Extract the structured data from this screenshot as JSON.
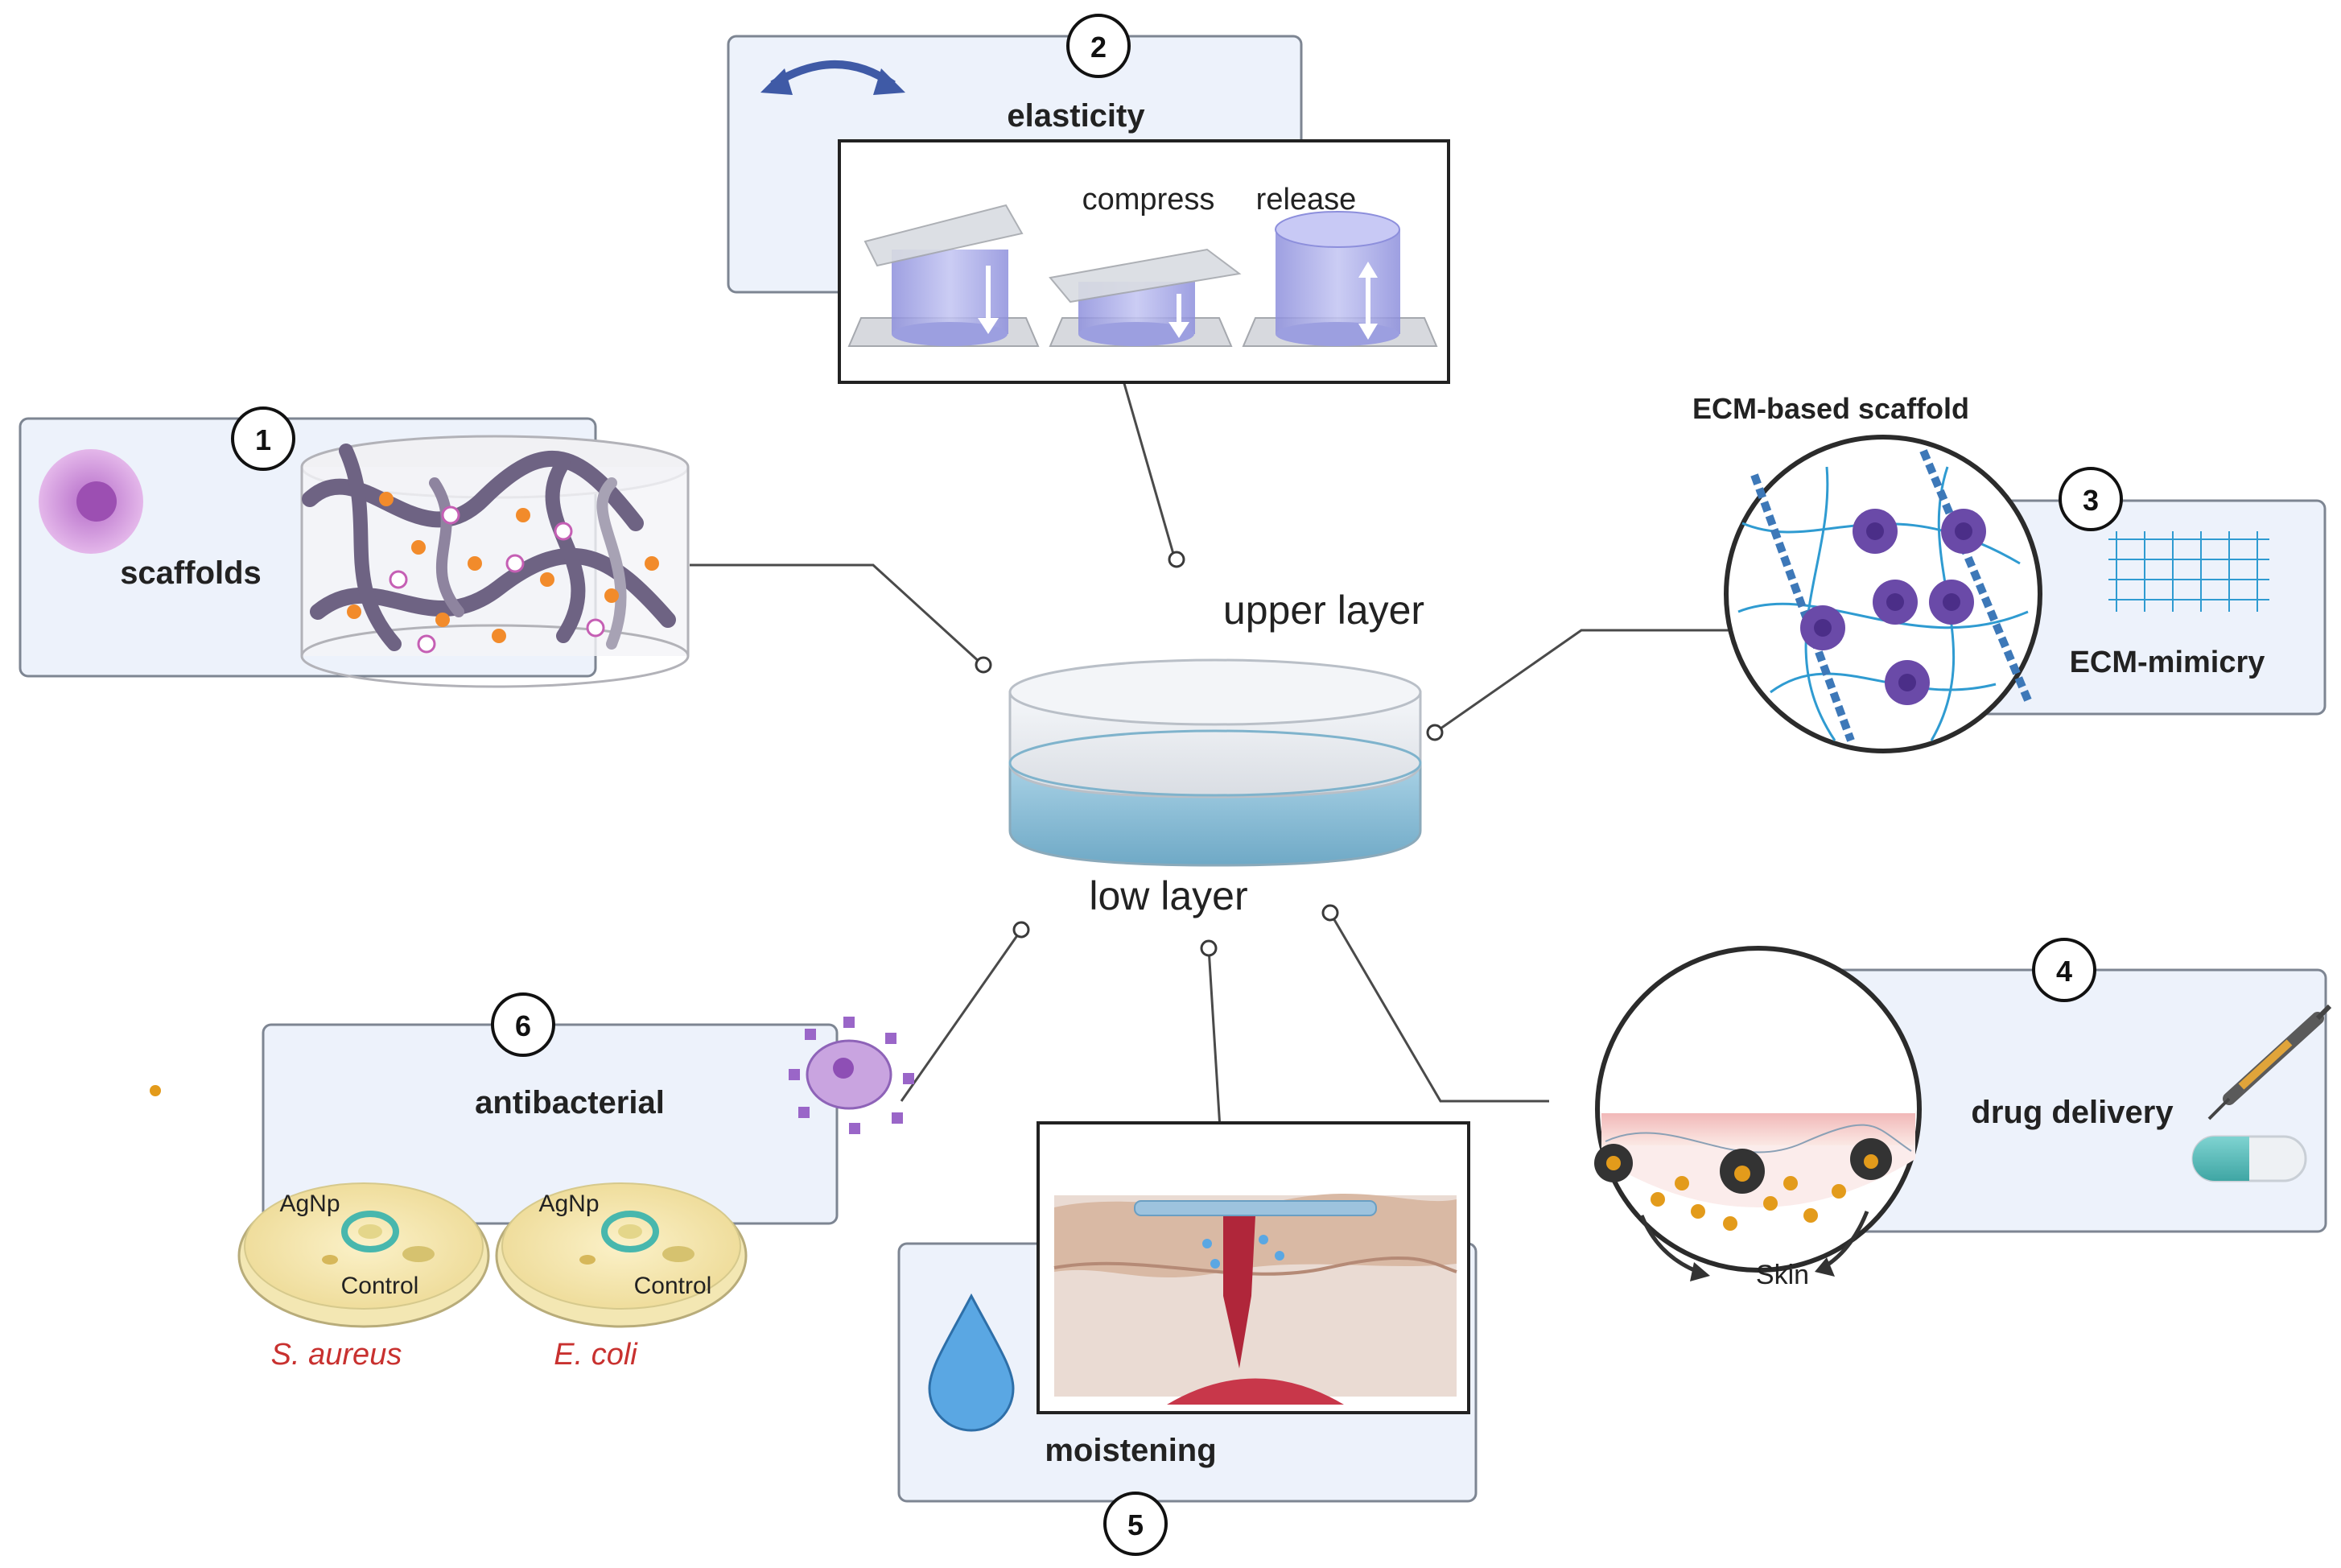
{
  "center": {
    "upper_label": "upper layer",
    "lower_label": "low layer"
  },
  "panels": {
    "scaffolds": {
      "number": "1",
      "label": "scaffolds"
    },
    "elasticity": {
      "number": "2",
      "label": "elasticity",
      "compress": "compress",
      "release": "release"
    },
    "ecm": {
      "number": "3",
      "title": "ECM-based scaffold",
      "label": "ECM-mimicry"
    },
    "drug_delivery": {
      "number": "4",
      "label": "drug delivery",
      "skin": "Skin"
    },
    "moistening": {
      "number": "5",
      "label": "moistening"
    },
    "antibacterial": {
      "number": "6",
      "label": "antibacterial",
      "dish_labels": {
        "agnp": "AgNp",
        "control": "Control"
      },
      "species_1": "S. aureus",
      "species_2": "E. coli"
    }
  },
  "colors": {
    "panel_fill": "#edf2fb",
    "panel_stroke": "#7d8592",
    "hydrogel_blue": "#8fbfd6",
    "fiber_cyan": "#2f9bd1",
    "cell_purple": "#6a4aa8",
    "particle_orange": "#f0a02b",
    "species_red": "#c8312f"
  }
}
